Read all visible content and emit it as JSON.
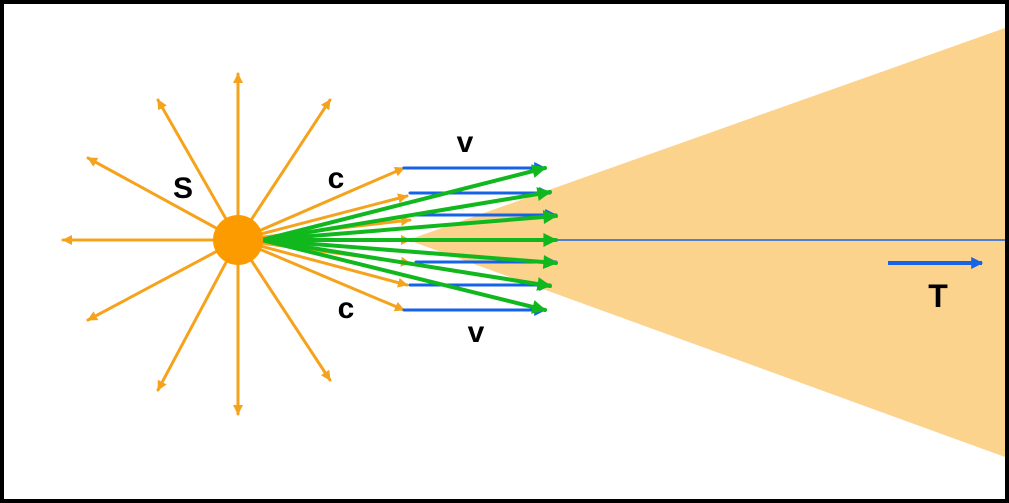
{
  "labels": {
    "source": "S",
    "speed_light_upper": "c",
    "speed_light_lower": "c",
    "velocity_upper": "v",
    "velocity_lower": "v",
    "direction": "T"
  },
  "colors": {
    "background": "#ffffff",
    "border": "#000000",
    "cone_fill": "#fcd38d",
    "source_fill": "#fc9b00",
    "radial_arrow": "#f5a31c",
    "velocity_arrow": "#1763e8",
    "resultant_arrow": "#11b81d",
    "axis_line": "#1763e8"
  },
  "icons": {
    "source": "sun-source-icon",
    "radial_arrows": "radial-arrow-icon",
    "velocity_arrows": "velocity-arrow-icon",
    "resultant_arrows": "resultant-arrow-icon",
    "direction_arrow": "direction-arrow-icon"
  }
}
